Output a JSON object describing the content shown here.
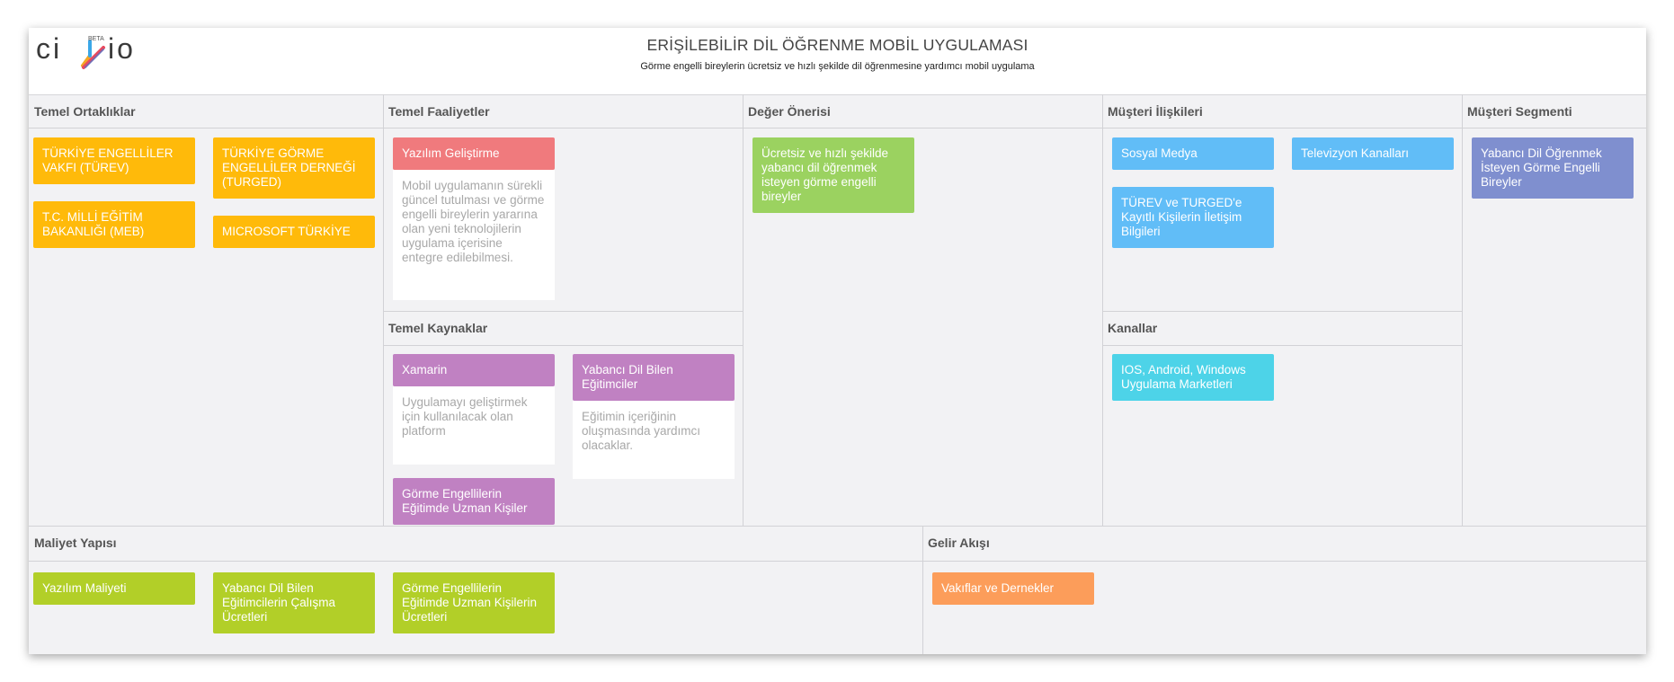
{
  "colors": {
    "yellow": "#ffba0a",
    "red": "#f07a7d",
    "green": "#9bd260",
    "blue": "#61bdf7",
    "cyan": "#4dd3e8",
    "indigo": "#7f8fcf",
    "purple": "#c081c2",
    "lime": "#b2cf28",
    "orange": "#fc9d5a"
  },
  "logo": {
    "text_left": "ci",
    "text_right": "io",
    "badge": "BETA"
  },
  "header": {
    "title": "ERİŞİLEBİLİR DİL ÖĞRENME MOBİL UYGULAMASI",
    "subtitle": "Görme engelli bireylerin ücretsiz ve hızlı şekilde dil öğrenmesine yardımcı mobil uygulama"
  },
  "sections": {
    "partners": {
      "title": "Temel Ortaklıklar",
      "cards": [
        "TÜRKİYE ENGELLİLER VAKFI (TÜREV)",
        "TÜRKİYE GÖRME ENGELLİLER DERNEĞİ (TURGED)",
        "T.C. MİLLİ EĞİTİM BAKANLIĞI (MEB)",
        "MICROSOFT TÜRKİYE"
      ]
    },
    "activities": {
      "title": "Temel Faaliyetler",
      "cards": [
        {
          "label": "Yazılım Geliştirme",
          "description": "Mobil uygulamanın sürekli güncel tutulması ve görme engelli bireylerin yararına olan yeni teknolojilerin uygulama içerisine entegre edilebilmesi."
        }
      ]
    },
    "resources": {
      "title": "Temel Kaynaklar",
      "cards": [
        {
          "label": "Xamarin",
          "description": "Uygulamayı geliştirmek için kullanılacak olan platform"
        },
        {
          "label": "Yabancı Dil Bilen Eğitimciler",
          "description": "Eğitimin içeriğinin oluşmasında yardımcı olacaklar."
        },
        {
          "label": "Görme Engellilerin Eğitimde Uzman Kişiler"
        }
      ]
    },
    "value": {
      "title": "Değer Önerisi",
      "cards": [
        "Ücretsiz ve hızlı şekilde yabancı dil öğrenmek isteyen görme engelli bireyler"
      ]
    },
    "relationships": {
      "title": "Müşteri İlişkileri",
      "cards": [
        "Sosyal Medya",
        "Televizyon Kanalları",
        "TÜREV ve TURGED'e Kayıtlı Kişilerin İletişim Bilgileri"
      ]
    },
    "channels": {
      "title": "Kanallar",
      "cards": [
        "IOS, Android, Windows Uygulama Marketleri"
      ]
    },
    "segments": {
      "title": "Müşteri Segmenti",
      "cards": [
        "Yabancı Dil Öğrenmek İsteyen Görme Engelli Bireyler"
      ]
    },
    "costs": {
      "title": "Maliyet Yapısı",
      "cards": [
        "Yazılım Maliyeti",
        "Yabancı Dil Bilen Eğitimcilerin Çalışma Ücretleri",
        "Görme Engellilerin Eğitimde Uzman Kişilerin Ücretleri"
      ]
    },
    "revenue": {
      "title": "Gelir Akışı",
      "cards": [
        "Vakıflar ve Dernekler"
      ]
    }
  }
}
